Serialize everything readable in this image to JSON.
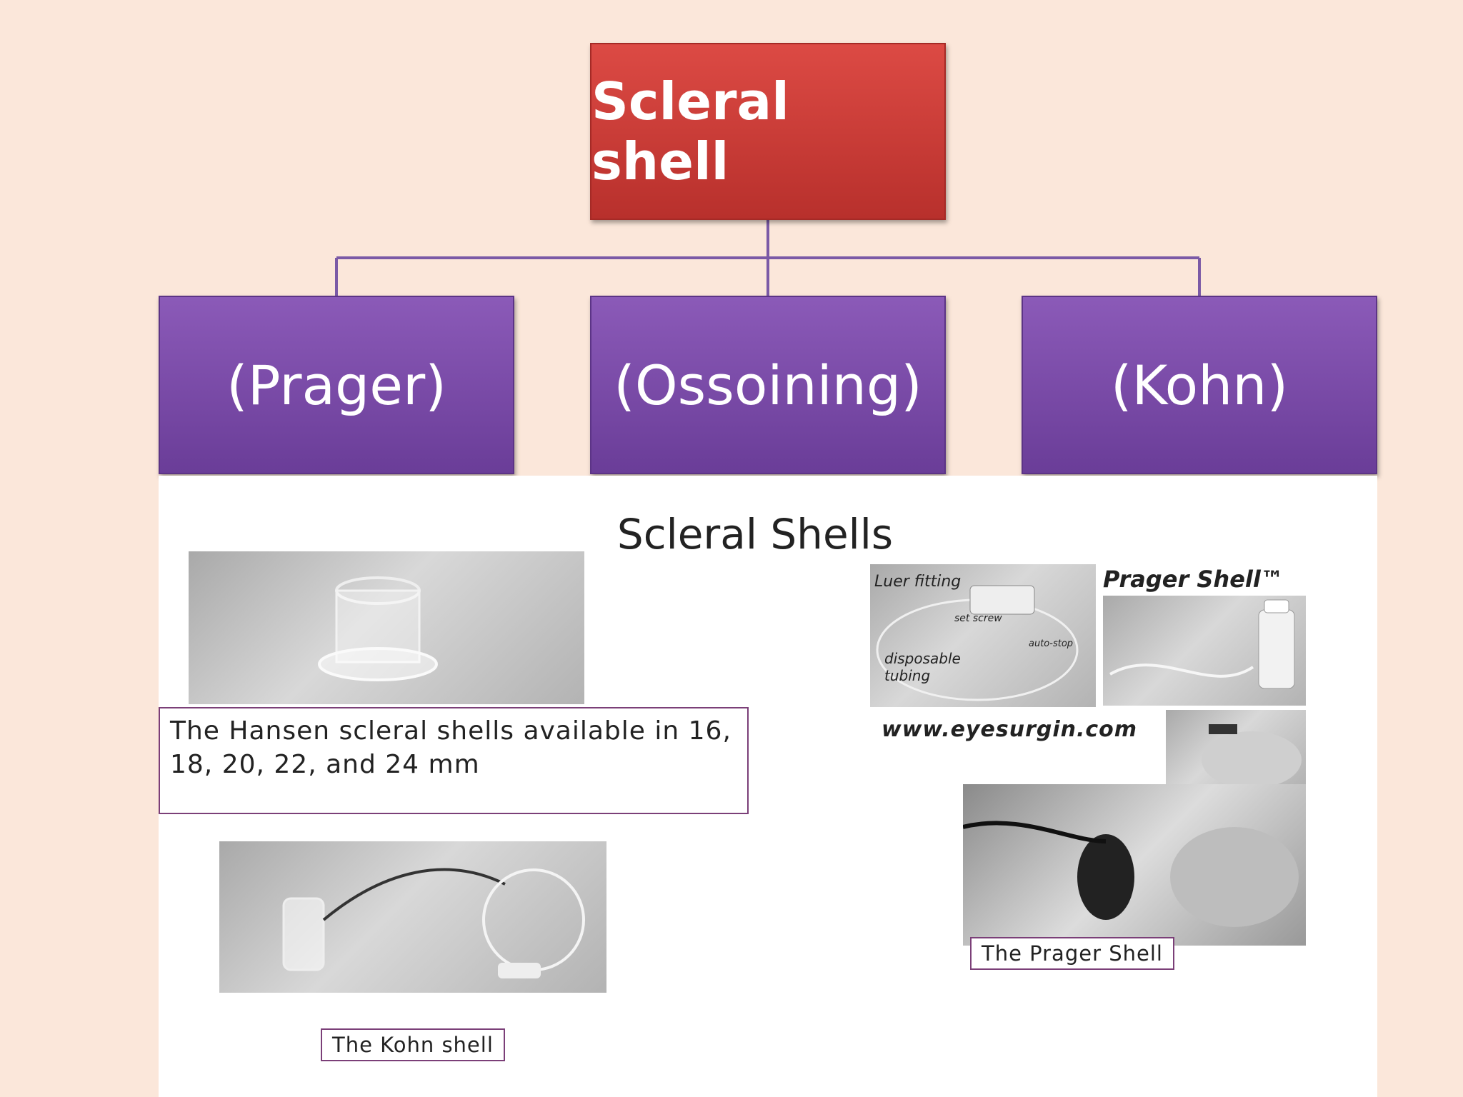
{
  "diagram": {
    "root": "Scleral shell",
    "children": [
      "(Prager)",
      "(Ossoining)",
      "(Kohn)"
    ],
    "colors": {
      "root": "#c83a35",
      "child": "#7a4aa8",
      "connector": "#7b5aa6",
      "background": "#fbe7da"
    }
  },
  "panel": {
    "title": "Scleral Shells",
    "captions": {
      "hansen": "The Hansen scleral shells available in 16, 18, 20, 22, and 24 mm",
      "kohn": "The Kohn shell",
      "prager": "The Prager Shell"
    },
    "photo_labels": {
      "prager_brand": "Prager Shell™",
      "website": "www.eyesurgin.com",
      "luer": "Luer fitting",
      "set_screw": "set screw",
      "disposable": "disposable tubing",
      "auto_stop": "auto-stop"
    }
  }
}
